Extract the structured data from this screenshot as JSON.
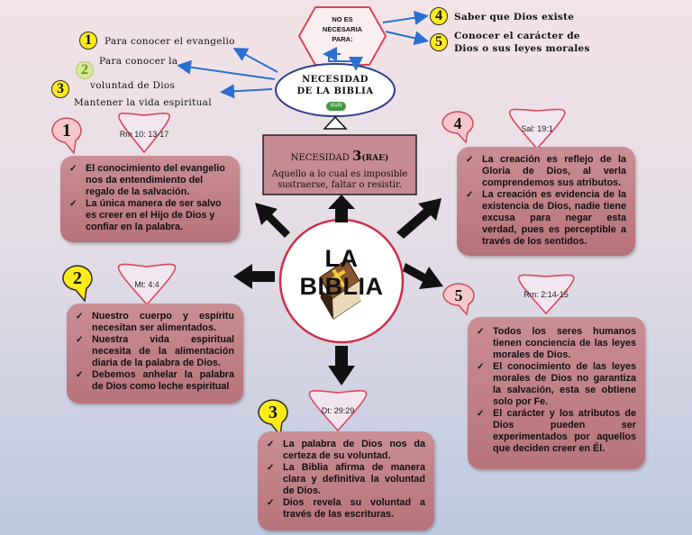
{
  "center": {
    "title": "LA BIBLIA"
  },
  "necesidad": {
    "title_line1": "NECESIDAD",
    "title_line2": "DE LA BIBLIA",
    "badge": "RVR",
    "no_es_line1": "NO ES",
    "no_es_line2": "NECESARIA",
    "no_es_line3": "PARA:"
  },
  "rae": {
    "label": "NECESIDAD",
    "number": "3",
    "source": "(RAE)",
    "definition": "Aquello a lo cual es imposible sustraerse, faltar o resistir."
  },
  "top_left_notes": [
    {
      "number": "1",
      "text": "Para conocer el evangelio"
    },
    {
      "number": "2",
      "text_line1": "Para conocer la",
      "text_line2": "voluntad de Dios"
    },
    {
      "number": "3",
      "text": "Mantener la vida espiritual"
    }
  ],
  "top_right_notes": [
    {
      "number": "4",
      "text": "Saber que Dios existe"
    },
    {
      "number": "5",
      "text_line1": "Conocer el carácter de",
      "text_line2": "Dios o sus leyes morales"
    }
  ],
  "cards": [
    {
      "number": "1",
      "reference": "Rm 10: 13-17",
      "items": [
        "El conocimiento del evangelio nos da entendimiento del regalo de la salvación.",
        "La única manera de ser salvo es creer en el Hijo de Dios y confiar en la palabra."
      ]
    },
    {
      "number": "2",
      "reference": "Mt: 4:4",
      "items": [
        "Nuestro cuerpo y espíritu necesitan ser alimentados.",
        "Nuestra vida espiritual necesita de la alimentación diaria de la palabra de Dios.",
        "Debemos anhelar la palabra de Dios como leche espiritual"
      ]
    },
    {
      "number": "3",
      "reference": "Dt: 29:29",
      "items": [
        "La palabra de Dios nos da certeza de su voluntad.",
        "La Biblia afirma de manera clara y definitiva la voluntad de Dios.",
        "Dios revela su voluntad a través de las escrituras."
      ]
    },
    {
      "number": "4",
      "reference": "Sal: 19:1",
      "items": [
        "La creación es reflejo de la Gloria de Dios, al verla comprendemos sus atributos.",
        "La creación es evidencia de la existencia de Dios, nadie tiene excusa para negar esta verdad, pues es perceptible a través de los sentidos."
      ]
    },
    {
      "number": "5",
      "reference": "Rm: 2:14-15",
      "items": [
        "Todos los seres humanos tienen conciencia de las leyes morales de Dios.",
        "El conocimiento de las leyes morales de Dios no garantiza la salvación, esta se obtiene solo por Fe.",
        "El carácter y los atributos de Dios pueden ser experimentados por aquellos que deciden creer en Él."
      ]
    }
  ],
  "colors": {
    "card_fill": "#bf8088",
    "heart_fill": "#f1e6ef",
    "heart_stroke": "#d9485a",
    "number_badge": "#ffeb1a",
    "blue_arrow": "#2a6fd1",
    "black_arrow": "#111111"
  }
}
